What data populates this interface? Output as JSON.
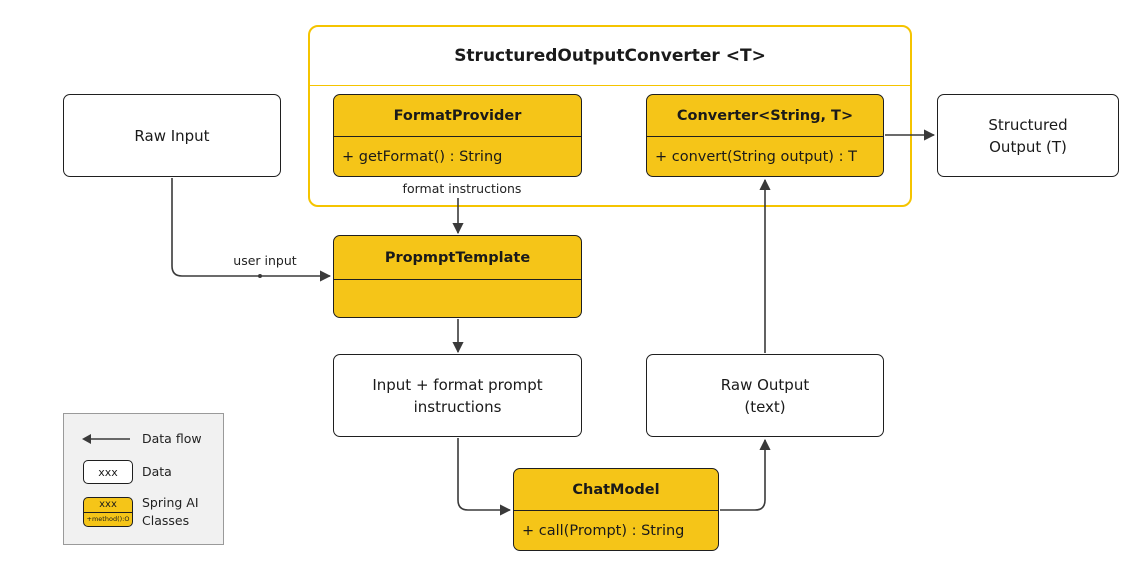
{
  "group": {
    "title": "StructuredOutputConverter <T>"
  },
  "nodes": {
    "raw_input": "Raw Input",
    "structured_output": [
      "Structured",
      "Output (T)"
    ],
    "input_format": [
      "Input + format prompt",
      "instructions"
    ],
    "raw_output": [
      "Raw Output",
      "(text)"
    ]
  },
  "classes": {
    "format_provider": {
      "name": "FormatProvider",
      "method": "+ getFormat() : String"
    },
    "converter": {
      "name": "Converter<String, T>",
      "method": "+ convert(String output) : T"
    },
    "prompt_template": {
      "name": "PropmptTemplate"
    },
    "chat_model": {
      "name": "ChatModel",
      "method": "+ call(Prompt) : String"
    }
  },
  "edge_labels": {
    "format_instructions": "format instructions",
    "user_input": "user input"
  },
  "legend": {
    "data_flow": "Data flow",
    "data_sample": "xxx",
    "data": "Data",
    "class_sample_name": "xxx",
    "class_sample_method": "+method():O",
    "spring_classes": [
      "Spring AI",
      "Classes"
    ]
  },
  "colors": {
    "accent_yellow": "#f5c518",
    "group_border": "#f5c400",
    "line": "#3a3a3a"
  }
}
